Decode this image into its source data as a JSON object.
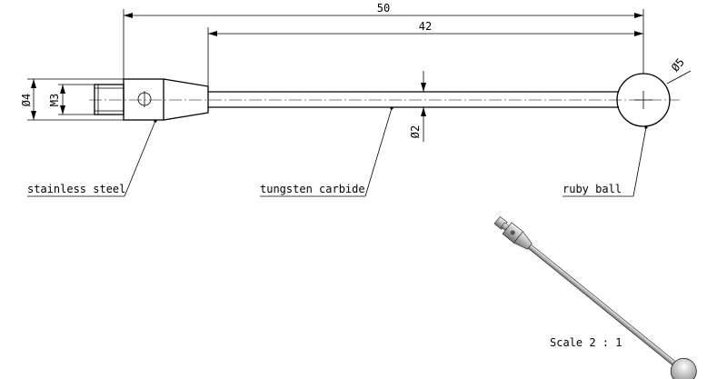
{
  "dimensions": {
    "overall_length": "50",
    "stem_length": "42",
    "ball_diameter": "Ø5",
    "stem_diameter": "Ø2",
    "body_diameter": "Ø4",
    "thread": "M3"
  },
  "labels": {
    "body_material": "stainless steel",
    "stem_material": "tungsten carbide",
    "tip_material": "ruby ball"
  },
  "scale": "Scale 2 : 1"
}
